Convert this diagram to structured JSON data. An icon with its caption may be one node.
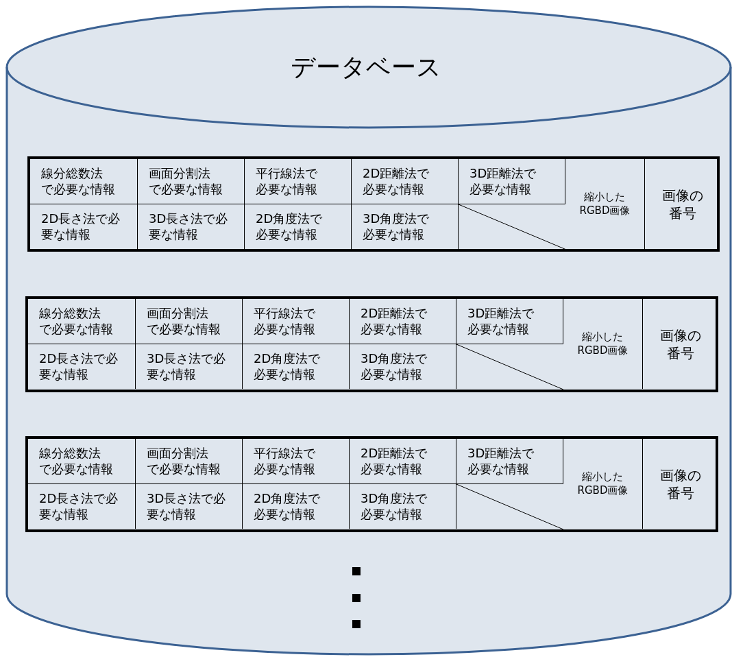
{
  "diagram": {
    "nodes": [
      {
        "text": [
          "データベース"
        ]
      },
      {
        "text": [],
        "shape": "box",
        "in": 0
      },
      {
        "text": [
          "線分総数法で必要な情報"
        ],
        "in": 1
      },
      {
        "text": [
          "画面分割法で必要な情報"
        ],
        "in": 1
      },
      {
        "text": [
          "平行線法で必要な情報"
        ],
        "in": 1
      },
      {
        "text": [
          "2D距離法で必要な情報"
        ],
        "in": 1
      },
      {
        "text": [
          "3D距離法で必要な情報"
        ],
        "in": 1
      },
      {
        "text": [
          "縮小したRGBD画像"
        ],
        "in": 1
      },
      {
        "text": [
          "画像の番号"
        ],
        "in": 1
      },
      {
        "text": [
          "2D長さ法で必要な情報"
        ],
        "in": 1
      },
      {
        "text": [
          "3D長さ法で必要な情報"
        ],
        "in": 1
      },
      {
        "text": [
          "2D角度法で必要な情報"
        ],
        "in": 1
      },
      {
        "text": [
          "3D角度法で必要な情報"
        ],
        "in": 1
      },
      {
        "text": [],
        "shape": "box",
        "in": 0
      },
      {
        "text": [
          "線分総数法で必要な情報"
        ],
        "in": 13
      },
      {
        "text": [
          "画面分割法で必要な情報"
        ],
        "in": 13
      },
      {
        "text": [
          "平行線法で必要な情報"
        ],
        "in": 13
      },
      {
        "text": [
          "2D距離法で必要な情報"
        ],
        "in": 13
      },
      {
        "text": [
          "3D距離法で必要な情報"
        ],
        "in": 13
      },
      {
        "text": [
          "縮小したRGBD画像"
        ],
        "in": 13
      },
      {
        "text": [
          "画像の番号"
        ],
        "in": 13
      },
      {
        "text": [
          "2D長さ法で必要な情報"
        ],
        "in": 13
      },
      {
        "text": [
          "3D長さ法で必要な情報"
        ],
        "in": 13
      },
      {
        "text": [
          "2D角度法で必要な情報"
        ],
        "in": 13
      },
      {
        "text": [
          "3D角度法で必要な情報"
        ],
        "in": 13
      },
      {
        "text": [],
        "shape": "box",
        "in": 0
      },
      {
        "text": [
          "線分総数法で必要な情報"
        ],
        "in": 25
      },
      {
        "text": [
          "画面分割法で必要な情報"
        ],
        "in": 25
      },
      {
        "text": [
          "平行線法で必要な情報"
        ],
        "in": 25
      },
      {
        "text": [
          "2D距離法で必要な情報"
        ],
        "in": 25
      },
      {
        "text": [
          "3D距離法で必要な情報"
        ],
        "in": 25
      },
      {
        "text": [
          "縮小したRGBD画像"
        ],
        "in": 25
      },
      {
        "text": [
          "画像の番号"
        ],
        "in": 25
      },
      {
        "text": [
          "2D長さ法で必要な情報"
        ],
        "in": 25
      },
      {
        "text": [
          "3D長さ法で必要な情報"
        ],
        "in": 25
      },
      {
        "text": [
          "2D角度法で必要な情報"
        ],
        "in": 25
      },
      {
        "text": [
          "3D角度法で必要な情報"
        ],
        "in": 25
      }
    ]
  }
}
